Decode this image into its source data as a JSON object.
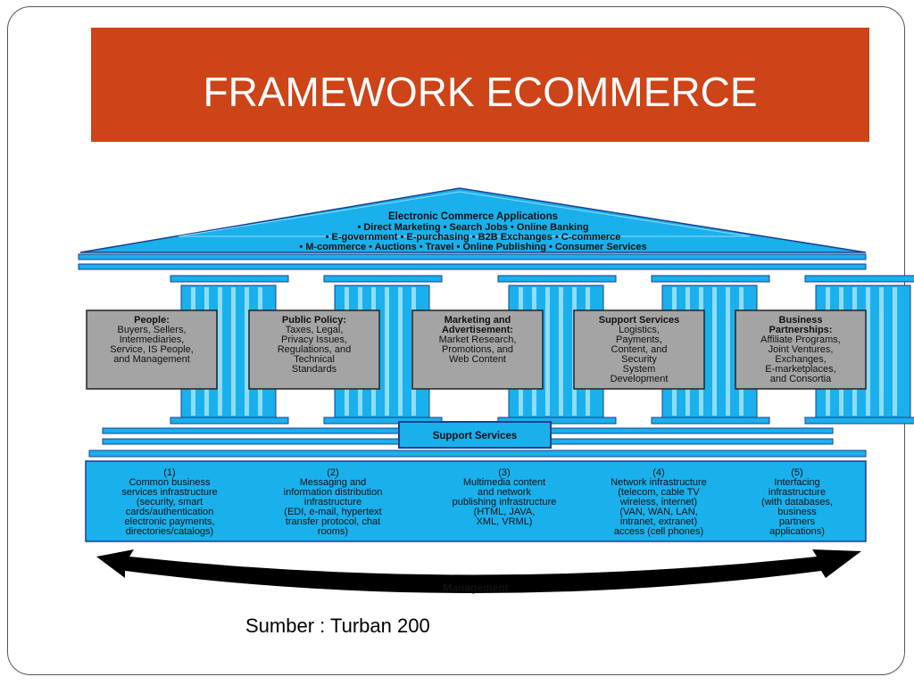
{
  "slide": {
    "title": "FRAMEWORK ECOMMERCE",
    "source": "Sumber : Turban 200"
  },
  "colors": {
    "banner": "#cc4418",
    "cyan": "#1ab0ec",
    "cyan_light": "#8fdcf7",
    "pillar_box": "#a4a4a4",
    "outline": "#1a3f8f"
  },
  "diagram": {
    "roof": {
      "title": "Electronic Commerce Applications",
      "lines": [
        "• Direct Marketing • Search Jobs • Online Banking",
        "• E-government • E-purchasing • B2B Exchanges • C-commerce",
        "• M-commerce • Auctions • Travel • Online Publishing • Consumer Services"
      ]
    },
    "pillars": [
      {
        "title": [
          "People:"
        ],
        "body": [
          "Buyers, Sellers,",
          "Intermediaries,",
          "Service, IS People,",
          "and Management"
        ]
      },
      {
        "title": [
          "Public Policy:"
        ],
        "body": [
          "Taxes, Legal,",
          "Privacy Issues,",
          "Regulations, and",
          "Technical",
          "Standards"
        ]
      },
      {
        "title": [
          "Marketing and",
          "Advertisement:"
        ],
        "body": [
          "Market Research,",
          "Promotions, and",
          "Web Content"
        ]
      },
      {
        "title": [
          "Support Services"
        ],
        "body": [
          "Logistics,",
          "Payments,",
          "Content, and",
          "Security",
          "System",
          "Development"
        ]
      },
      {
        "title": [
          "Business",
          "Partnerships:"
        ],
        "body": [
          "Affiliate Programs,",
          "Joint Ventures,",
          "Exchanges,",
          "E-marketplaces,",
          "and Consortia"
        ]
      }
    ],
    "support_label": "Support Services",
    "infrastructure": [
      {
        "num": "(1)",
        "lines": [
          "Common business",
          "services infrastructure",
          "(security, smart",
          "cards/authentication",
          "electronic payments,",
          "directories/catalogs)"
        ]
      },
      {
        "num": "(2)",
        "lines": [
          "Messaging and",
          "information distribution",
          "infrastructure",
          "(EDI, e-mail, hypertext",
          "transfer protocol, chat",
          "rooms)"
        ]
      },
      {
        "num": "(3)",
        "lines": [
          "Multimedia content",
          "and network",
          "publishing infrastructure",
          "(HTML, JAVA,",
          "XML, VRML)"
        ]
      },
      {
        "num": "(4)",
        "lines": [
          "Network infrastructure",
          "(telecom, cable TV",
          "wireless, internet)",
          "(VAN, WAN, LAN,",
          "intranet, extranet)",
          "access (cell phones)"
        ]
      },
      {
        "num": "(5)",
        "lines": [
          "Interfacing",
          "infrastructure",
          "(with databases,",
          "business",
          "partners",
          "applications)"
        ]
      }
    ],
    "management_label": "Management"
  }
}
